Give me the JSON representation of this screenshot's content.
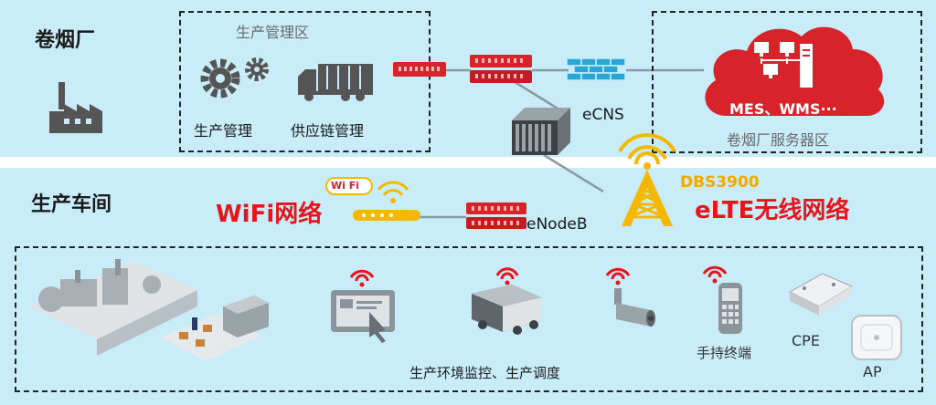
{
  "factory": {
    "title": "卷烟厂",
    "production_zone": {
      "title": "生产管理区",
      "items": [
        "生产管理",
        "供应链管理"
      ]
    },
    "network": {
      "ecns_label": "eCNS"
    },
    "server_zone": {
      "title": "卷烟厂服务器区",
      "cloud_label": "MES、WMS···"
    }
  },
  "workshop": {
    "title": "生产车间",
    "wifi": {
      "title": "WiFi网络",
      "badge": "Wi Fi"
    },
    "enodeb_label": "eNodeB",
    "dbs_label": "DBS3900",
    "elte_title": "eLTE无线网络",
    "apps_caption": "生产环境监控、生产调度",
    "terminals": [
      {
        "label": "手持终端",
        "icon": "handheld-icon"
      },
      {
        "label": "CPE",
        "icon": "cpe-icon"
      },
      {
        "label": "AP",
        "icon": "ap-icon"
      }
    ]
  },
  "colors": {
    "band": "#c8edf8",
    "brand_red": "#d8232a",
    "yellow": "#f5b800",
    "text": "#1a1a1a"
  }
}
